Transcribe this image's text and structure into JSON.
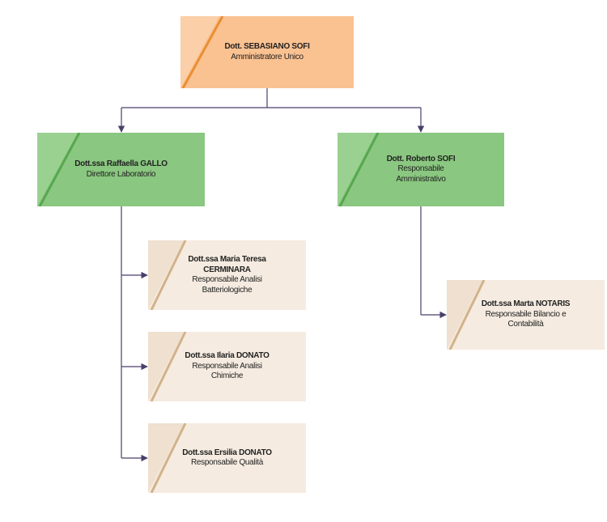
{
  "colors": {
    "connector": "#4a3f6b",
    "orange_fill": "#fac191",
    "orange_accent": "#e88f34",
    "green_fill": "#8ac780",
    "green_accent": "#58a750",
    "beige_fill": "#f5ebe0",
    "beige_accent": "#d2b28a"
  },
  "nodes": {
    "ceo": {
      "name": "Dott. SEBASIANO SOFI",
      "role": [
        "Amministratore Unico"
      ]
    },
    "gallo": {
      "name": "Dott.ssa Raffaella GALLO",
      "role": [
        "Direttore Laboratorio"
      ]
    },
    "roberto": {
      "name": "Dott. Roberto SOFI",
      "role": [
        "Responsabile",
        "Amministrativo"
      ]
    },
    "cerminara": {
      "name": [
        "Dott.ssa Maria Teresa",
        "CERMINARA"
      ],
      "role": [
        "Responsabile Analisi",
        "Batteriologiche"
      ]
    },
    "ilaria": {
      "name": "Dott.ssa Ilaria DONATO",
      "role": [
        "Responsabile Analisi",
        "Chimiche"
      ]
    },
    "ersilia": {
      "name": "Dott.ssa Ersilia DONATO",
      "role": [
        "Responsabile Qualità"
      ]
    },
    "notaris": {
      "name": "Dott.ssa Marta NOTARIS",
      "role": [
        "Responsabile Bilancio e",
        "Contabilità"
      ]
    }
  }
}
